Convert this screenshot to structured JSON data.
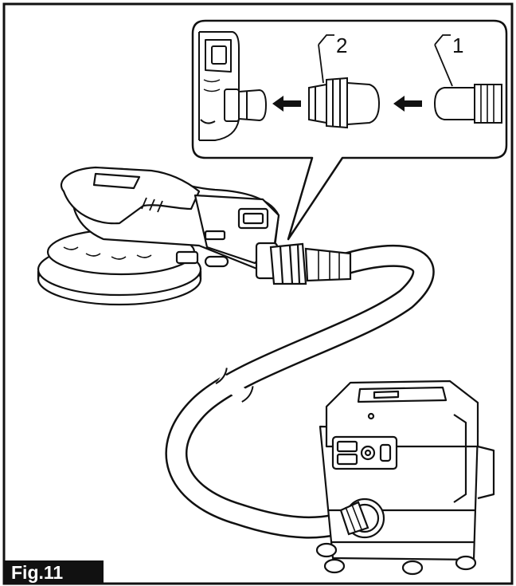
{
  "figure": {
    "label": "Fig.11",
    "callouts": [
      "1",
      "2"
    ]
  },
  "colors": {
    "ink": "#111111",
    "paper": "#ffffff"
  }
}
